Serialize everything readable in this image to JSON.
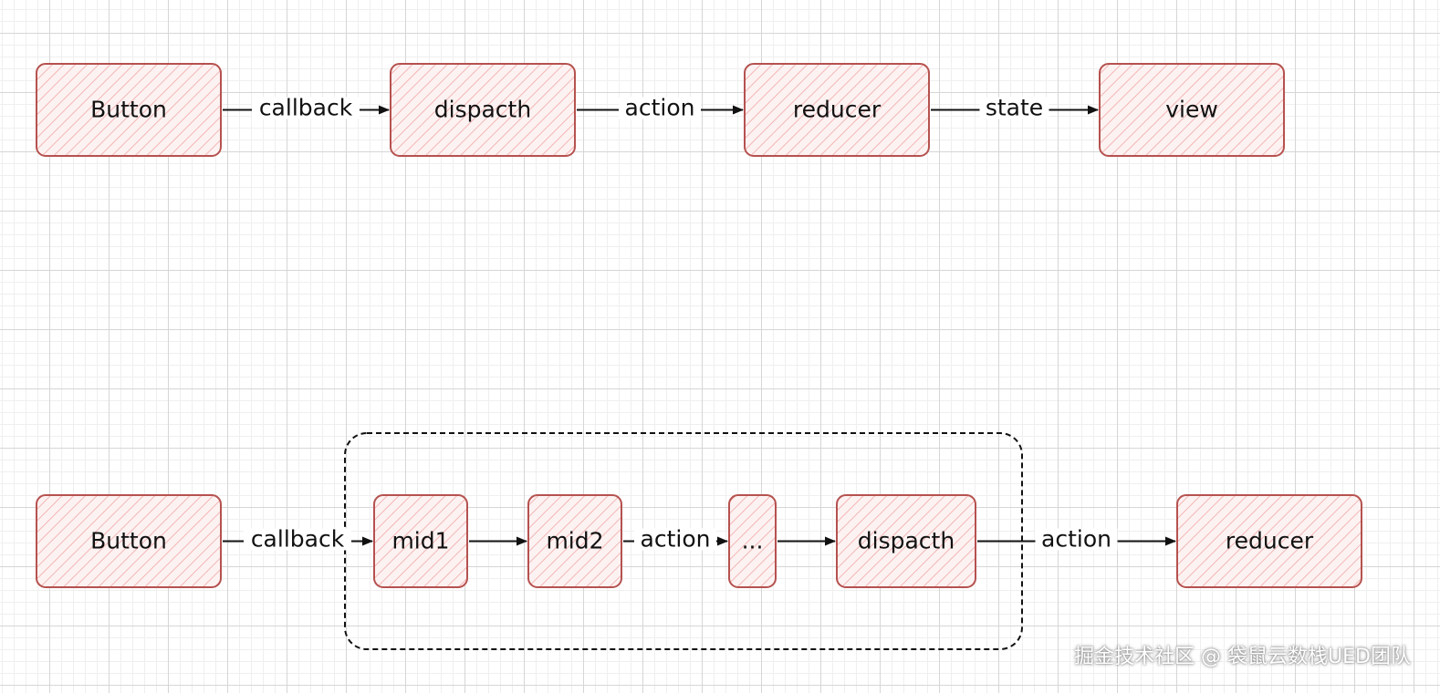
{
  "diagram": {
    "rows": [
      {
        "nodes": [
          {
            "id": "button_1",
            "label": "Button"
          },
          {
            "id": "dispatch_1",
            "label": "dispacth"
          },
          {
            "id": "reducer_1",
            "label": "reducer"
          },
          {
            "id": "view_1",
            "label": "view"
          }
        ],
        "edges": [
          {
            "from": "button_1",
            "to": "dispatch_1",
            "label": "callback"
          },
          {
            "from": "dispatch_1",
            "to": "reducer_1",
            "label": "action"
          },
          {
            "from": "reducer_1",
            "to": "view_1",
            "label": "state"
          }
        ]
      },
      {
        "nodes": [
          {
            "id": "button_2",
            "label": "Button"
          },
          {
            "id": "mid1",
            "label": "mid1"
          },
          {
            "id": "mid2",
            "label": "mid2"
          },
          {
            "id": "ellipsis",
            "label": "..."
          },
          {
            "id": "dispatch_2",
            "label": "dispacth"
          },
          {
            "id": "reducer_2",
            "label": "reducer"
          }
        ],
        "edges": [
          {
            "from": "button_2",
            "to": "mid1",
            "label": "callback"
          },
          {
            "from": "mid1",
            "to": "mid2",
            "label": ""
          },
          {
            "from": "mid2",
            "to": "ellipsis",
            "label": "action"
          },
          {
            "from": "ellipsis",
            "to": "dispatch_2",
            "label": ""
          },
          {
            "from": "dispatch_2",
            "to": "reducer_2",
            "label": "action"
          }
        ],
        "group": {
          "members": [
            "mid1",
            "mid2",
            "ellipsis",
            "dispatch_2"
          ],
          "style": "dashed"
        }
      }
    ]
  },
  "colors": {
    "node_stroke": "#b5524f",
    "node_hatch": "#f3b6b6",
    "grid": "#d6d6d6",
    "text": "#111111"
  },
  "watermark": "掘金技术社区 @ 袋鼠云数栈UED团队"
}
